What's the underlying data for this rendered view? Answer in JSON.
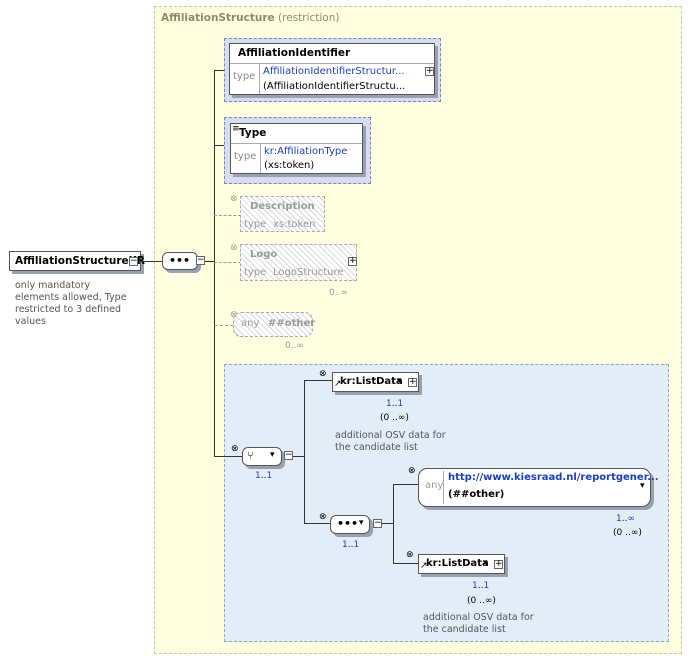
{
  "root": {
    "name": "AffiliationStructureKR",
    "note": [
      "only mandatory",
      "elements allowed, Type",
      "restricted to 3 defined",
      "values"
    ]
  },
  "restriction": {
    "name": "AffiliationStructure",
    "kind": "(restriction)"
  },
  "elements": {
    "affiliation_identifier": {
      "name": "AffiliationIdentifier",
      "type_label": "type",
      "type": "AffiliationIdentifierStructur...",
      "base": "(AffiliationIdentifierStructu..."
    },
    "type": {
      "name": "Type",
      "type_label": "type",
      "type": "kr:AffiliationType",
      "base": "(xs:token)"
    },
    "description": {
      "name": "Description",
      "type_label": "type",
      "type": "xs:token"
    },
    "logo": {
      "name": "Logo",
      "type_label": "type",
      "type": "LogoStructure",
      "occurs": "0..∞"
    },
    "any": {
      "name": "any",
      "ns": "##other",
      "occurs": "0..∞"
    }
  },
  "choice": {
    "occurs_a": "1",
    "occurs_sep": "..",
    "occurs_b": "1",
    "list_data_1": {
      "name": "kr:ListData",
      "occurs_a": "1",
      "occurs_b": "1",
      "occurs_paren": "(0 ..∞)",
      "note": [
        "additional OSV data for",
        "the candidate list"
      ]
    },
    "sequence": {
      "occurs_a": "1",
      "occurs_b": "1"
    },
    "any_other": {
      "label": "any",
      "url": "http://www.kiesraad.nl/reportgener...",
      "ns": "(##other)",
      "occurs_a": "1",
      "occurs_b": "∞",
      "occurs_paren": "(0 ..∞)"
    },
    "list_data_2": {
      "name": "kr:ListData",
      "occurs_a": "1",
      "occurs_b": "1",
      "occurs_paren": "(0 ..∞)",
      "note": [
        "additional OSV data for",
        "the candidate list"
      ]
    }
  },
  "colors": {
    "restriction_bg": "#ffffe0",
    "choice_bg": "#e3edf7",
    "link": "#1a3fb8",
    "highlight": "#d9dcee"
  }
}
